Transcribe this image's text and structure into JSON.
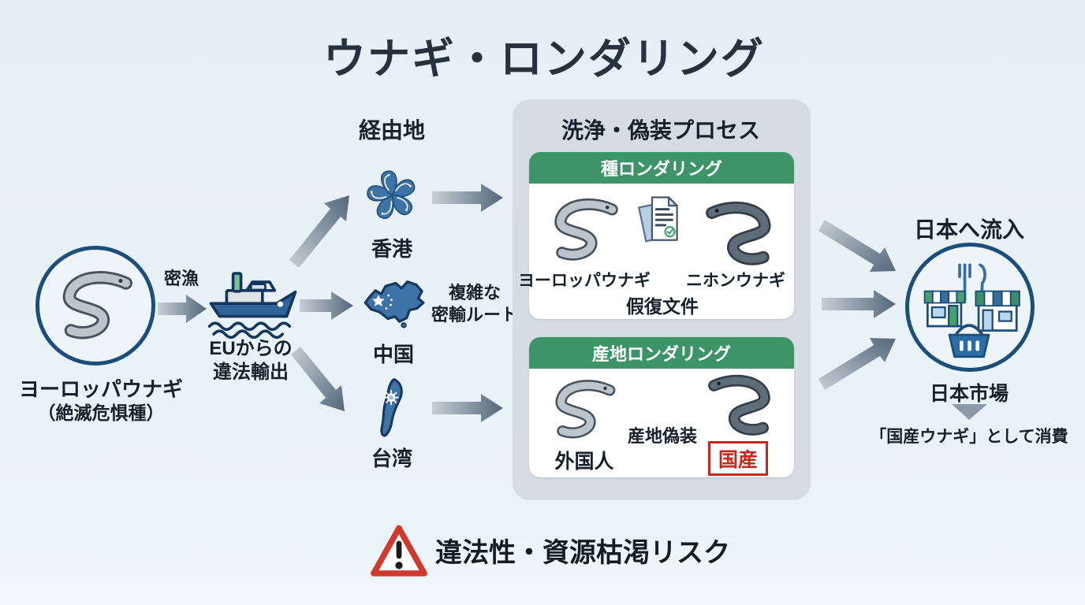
{
  "title": "ウナギ・ロンダリング",
  "source": {
    "species": "ヨーロッパウナギ",
    "status": "（絶滅危惧種）",
    "poaching": "密漁",
    "export_line1": "EUからの",
    "export_line2": "違法輸出"
  },
  "transit": {
    "header": "経由地",
    "hongkong": "香港",
    "china": "中国",
    "taiwan": "台湾",
    "route_line1": "複雑な",
    "route_line2": "密輸ルート"
  },
  "process": {
    "header": "洗浄・偽装プロセス",
    "species_panel": {
      "header": "種ロンダリング",
      "from": "ヨーロッパウナギ",
      "to": "ニホンウナギ",
      "doc_label": "假復文件"
    },
    "origin_panel": {
      "header": "産地ロンダリング",
      "from": "外国人",
      "method": "産地偽装",
      "stamp": "国産"
    }
  },
  "japan": {
    "inflow": "日本へ流入",
    "market": "日本市場",
    "consumption": "「国産ウナギ」として消費"
  },
  "warning": "違法性・資源枯渇リスク",
  "icons": {
    "eel": "eel-icon",
    "ship": "cargo-ship-icon",
    "hongkong_flag": "bauhinia-flower-icon",
    "china_map": "china-map-icon",
    "taiwan_map": "taiwan-map-icon",
    "documents": "forged-documents-icon",
    "market_circle": "market-fork-knife-shops-basket-icon",
    "warning_sign": "warning-triangle-icon"
  },
  "colors": {
    "background": "#e8f1f6",
    "navy": "#1d4e7a",
    "flag_blue": "#3d73a7",
    "green_header": "#3e9469",
    "arrow_gray": "#5c6b78",
    "warning_red": "#cf3a2e",
    "stamp_red": "#c5281c",
    "box_gray": "#d5dde3"
  }
}
